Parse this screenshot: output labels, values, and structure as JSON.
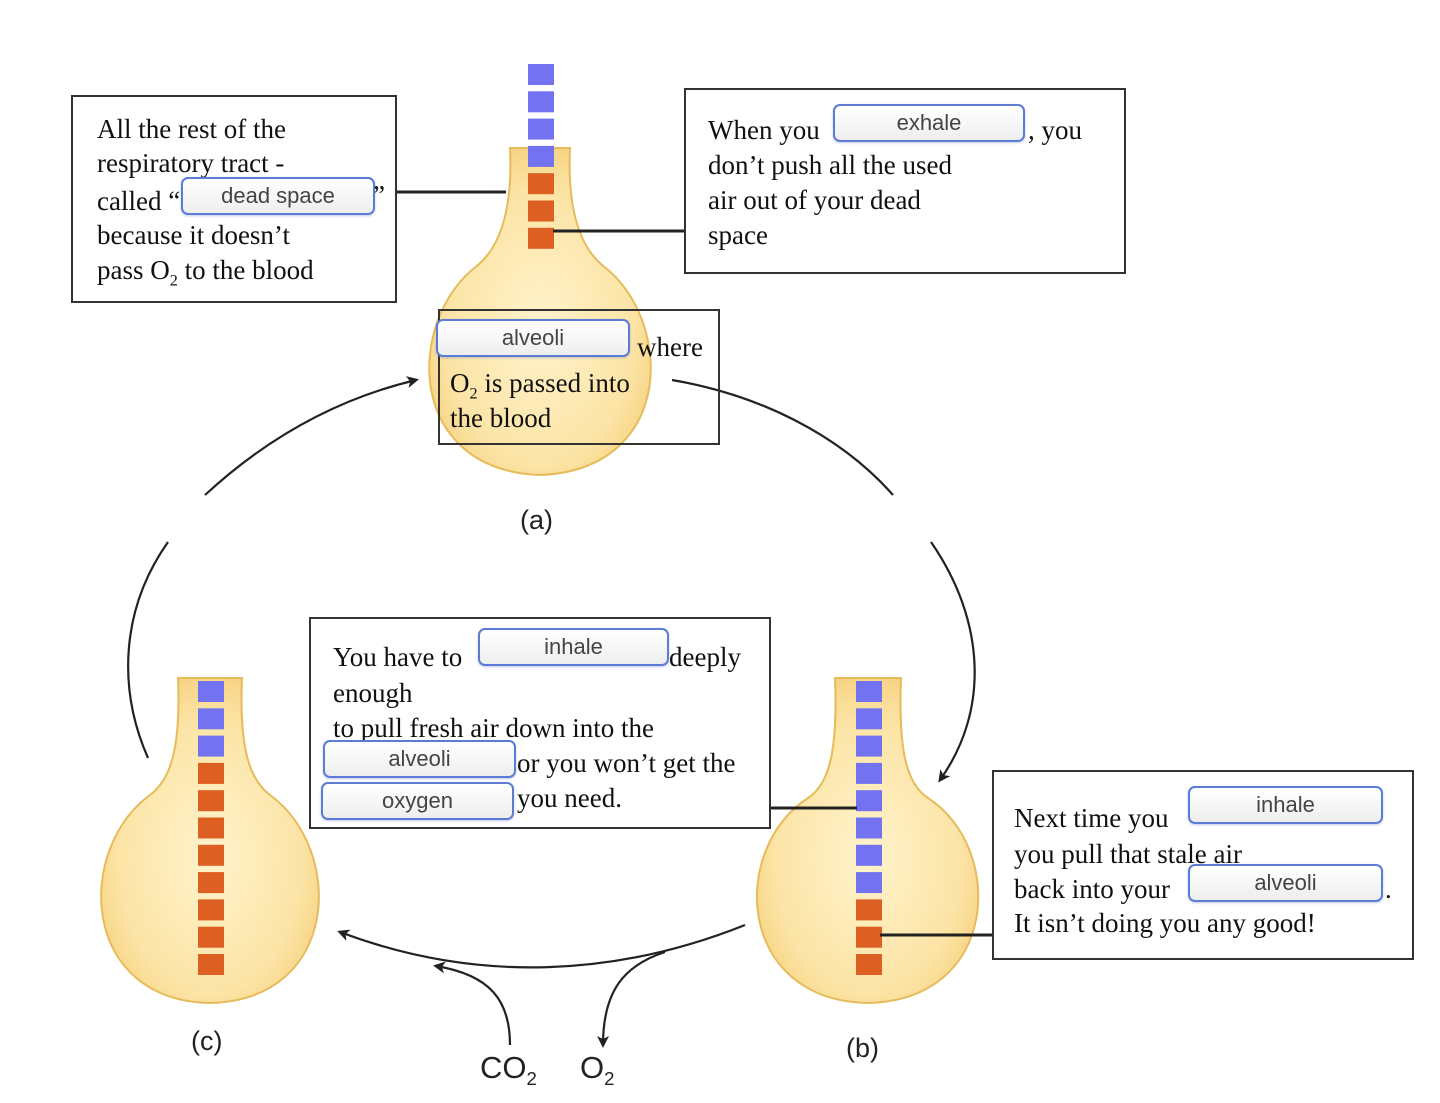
{
  "colors": {
    "fresh_air": "#7373f2",
    "stale_air": "#dd5f22",
    "bulb_fill": "#fbe4a8",
    "bulb_edge": "#e6bb5a",
    "chip_border": "#5b7bd5"
  },
  "box_top_left": {
    "lines": [
      "All the rest of the",
      "respiratory tract -",
      "called “",
      "”",
      "because it doesn’t",
      "pass O",
      "2",
      " to the blood"
    ],
    "blank": "dead space"
  },
  "box_top_right": {
    "lines": [
      "When you",
      ", you",
      "don’t push all the used",
      "air out of your dead",
      "space"
    ],
    "blank": "exhale"
  },
  "box_center": {
    "lines": [
      "where",
      "O",
      "2",
      " is passed into",
      "the blood"
    ],
    "blank": "alveoli"
  },
  "box_middle": {
    "lines": [
      "You have to",
      "deeply",
      "enough",
      "to pull fresh air down into the",
      "or you won’t get the",
      "you need."
    ],
    "blanks": [
      "inhale",
      "alveoli",
      "oxygen"
    ]
  },
  "box_right": {
    "lines": [
      "Next time you",
      "you pull that stale air",
      "back into your",
      ".",
      "It isn’t doing you any good!"
    ],
    "blanks": [
      "inhale",
      "alveoli"
    ]
  },
  "labels": {
    "a": "(a)",
    "b": "(b)",
    "c": "(c)",
    "co2": "CO",
    "co2_sub": "2",
    "o2": "O",
    "o2_sub": "2"
  },
  "lungs": [
    {
      "id": "a",
      "fresh_units": 4,
      "stale_units": 3
    },
    {
      "id": "b",
      "fresh_units": 8,
      "stale_units": 3
    },
    {
      "id": "c",
      "fresh_units": 3,
      "stale_units": 8
    }
  ]
}
